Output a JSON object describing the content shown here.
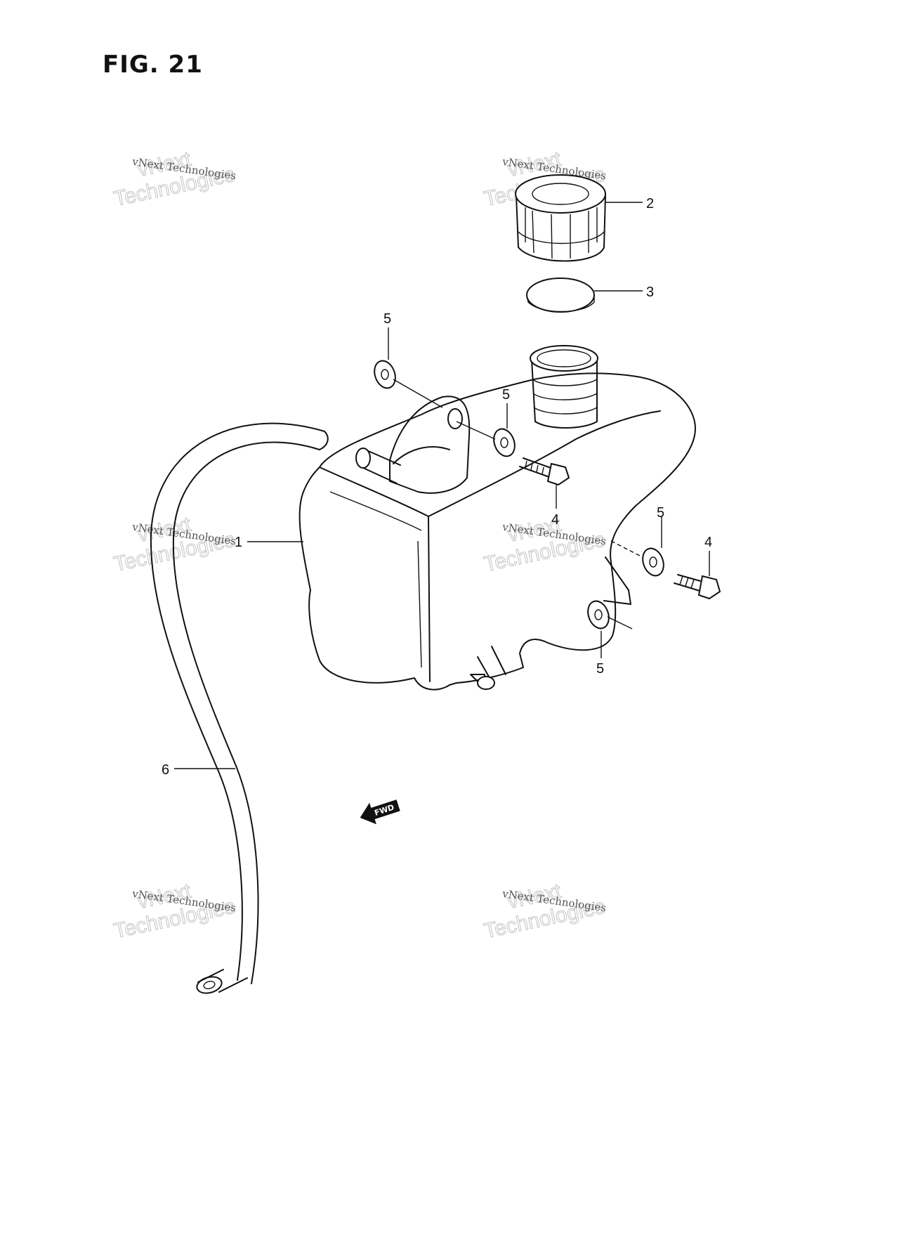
{
  "figure": {
    "title": "FIG. 21"
  },
  "callouts": [
    {
      "id": "1",
      "label": "1"
    },
    {
      "id": "2",
      "label": "2"
    },
    {
      "id": "3",
      "label": "3"
    },
    {
      "id": "4a",
      "label": "4"
    },
    {
      "id": "4b",
      "label": "4"
    },
    {
      "id": "5a",
      "label": "5"
    },
    {
      "id": "5b",
      "label": "5"
    },
    {
      "id": "5c",
      "label": "5"
    },
    {
      "id": "5d",
      "label": "5"
    },
    {
      "id": "6",
      "label": "6"
    }
  ],
  "direction_marker": {
    "label": "FWD"
  },
  "watermark": {
    "line1": "vNext Technologies",
    "logo_top": "vNext",
    "logo_bottom": "Technologies"
  }
}
